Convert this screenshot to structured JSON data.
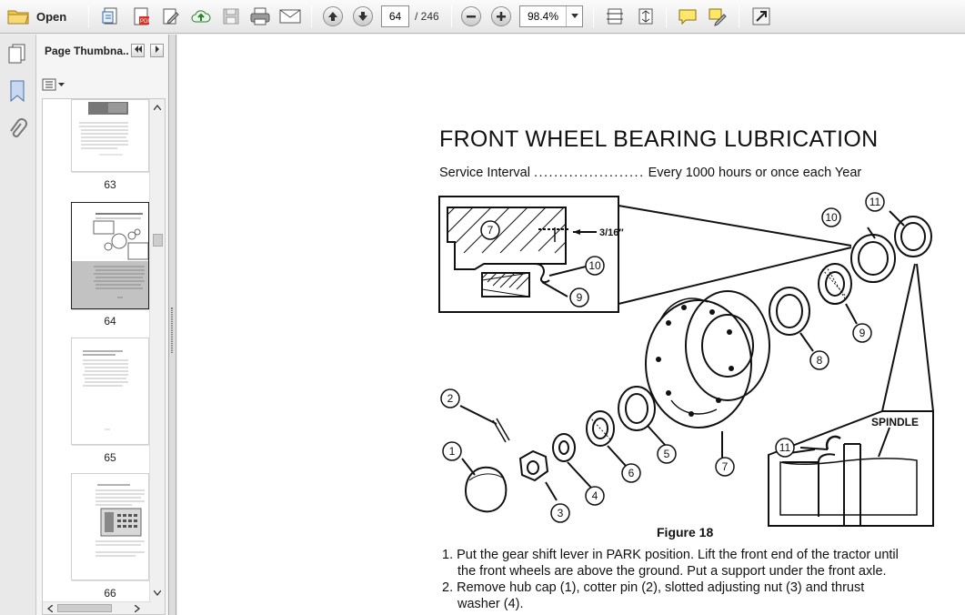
{
  "toolbar": {
    "open_label": "Open",
    "current_page": "64",
    "total_pages": "/ 246",
    "zoom": "98.4%"
  },
  "panel": {
    "title": "Page Thumbna...",
    "thumbnails": [
      {
        "label": "63"
      },
      {
        "label": "64"
      },
      {
        "label": "65"
      },
      {
        "label": "66"
      }
    ]
  },
  "document": {
    "title": "FRONT WHEEL BEARING LUBRICATION",
    "interval_label": "Service Interval",
    "interval_dots": "......................",
    "interval_value": "Every 1000 hours or once each Year",
    "figure": {
      "caption": "Figure 18",
      "dimension_label": "3/16″",
      "spindle_label": "SPINDLE",
      "callouts": [
        "1",
        "2",
        "3",
        "4",
        "5",
        "6",
        "7",
        "8",
        "9",
        "10",
        "11"
      ],
      "inset_callouts": [
        "7",
        "9",
        "10"
      ],
      "spindle_callout": "11"
    },
    "steps": [
      {
        "line1": "1. Put the gear shift lever in PARK position. Lift the front end of the tractor until",
        "line2": "the front wheels are above the ground. Put a support under the front axle."
      },
      {
        "line1": "2. Remove hub cap (1), cotter pin (2), slotted adjusting nut (3) and thrust",
        "line2": "washer (4)."
      }
    ]
  }
}
